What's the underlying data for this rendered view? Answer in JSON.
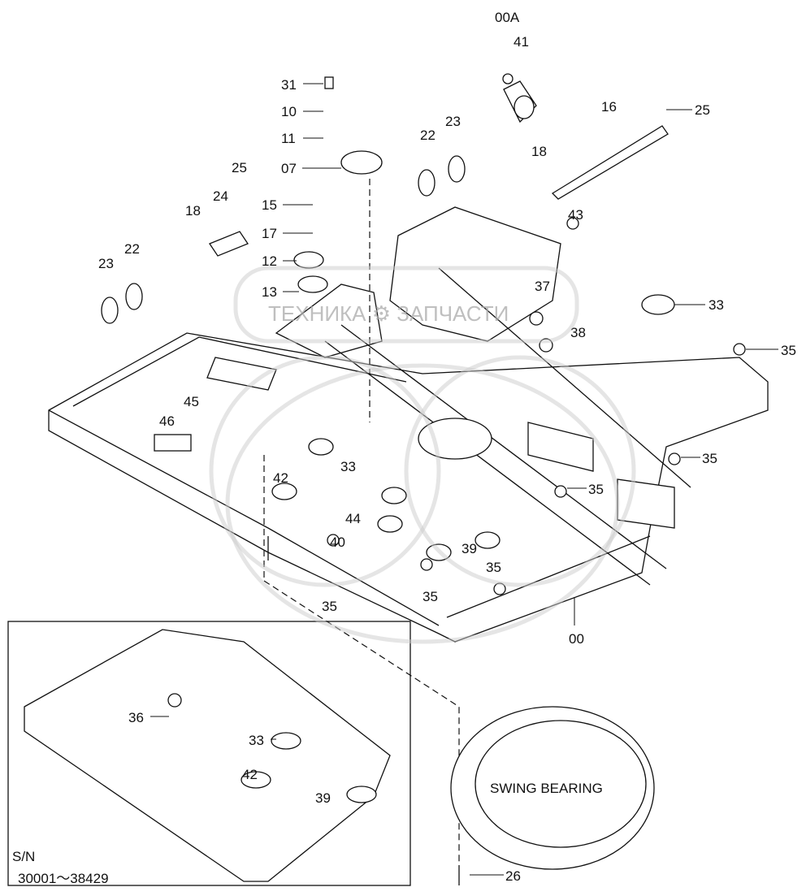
{
  "diagram": {
    "callouts": {
      "c00A": "00A",
      "c41": "41",
      "c31": "31",
      "c10": "10",
      "c11": "11",
      "c16": "16",
      "c25a": "25",
      "c22a": "22",
      "c23a": "23",
      "c07": "07",
      "c18a": "18",
      "c25b": "25",
      "c24": "24",
      "c18b": "18",
      "c15": "15",
      "c17": "17",
      "c43": "43",
      "c12": "12",
      "c22b": "22",
      "c23b": "23",
      "c13": "13",
      "c37": "37",
      "c33a": "33",
      "c38": "38",
      "c35a": "35",
      "c45": "45",
      "c46": "46",
      "c33b": "33",
      "c35b": "35",
      "c42a": "42",
      "c35c": "35",
      "c44": "44",
      "c40": "40",
      "c39a": "39",
      "c35d": "35",
      "c35e": "35",
      "c35f": "35",
      "c00": "00",
      "c36": "36",
      "c33c": "33",
      "c42b": "42",
      "c39b": "39",
      "c26": "26"
    },
    "swing_bearing_label": "SWING BEARING",
    "inset": {
      "sn_label": "S/N",
      "sn_range": "30001～38429"
    },
    "watermark": "ТЕХНИКА ⚙ ЗАПЧАСТИ"
  }
}
